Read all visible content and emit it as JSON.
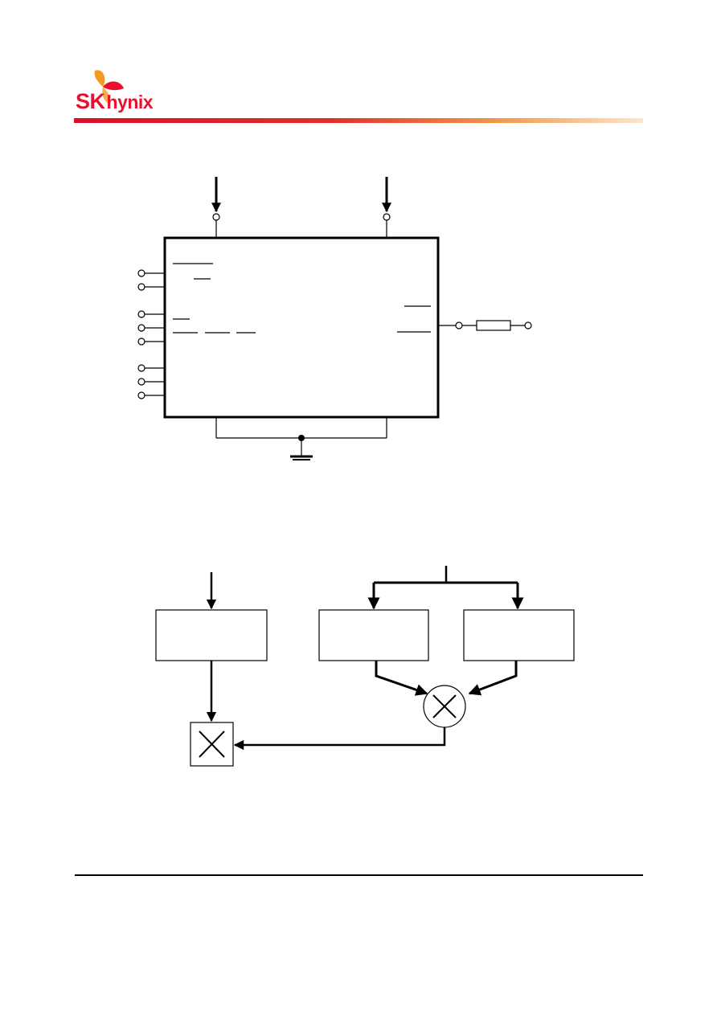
{
  "header": {
    "brand_sk": "SK",
    "brand_hynix": "hynix",
    "logo_icon": "butterfly-logo",
    "bar_gradient": [
      "#d8102c",
      "#e8472a",
      "#f29a4a",
      "#fbe6cf"
    ]
  },
  "figure1": {
    "left_pins": 8,
    "box_stroke": "#000000"
  },
  "figure2": {
    "multiplier_symbol": "×"
  }
}
